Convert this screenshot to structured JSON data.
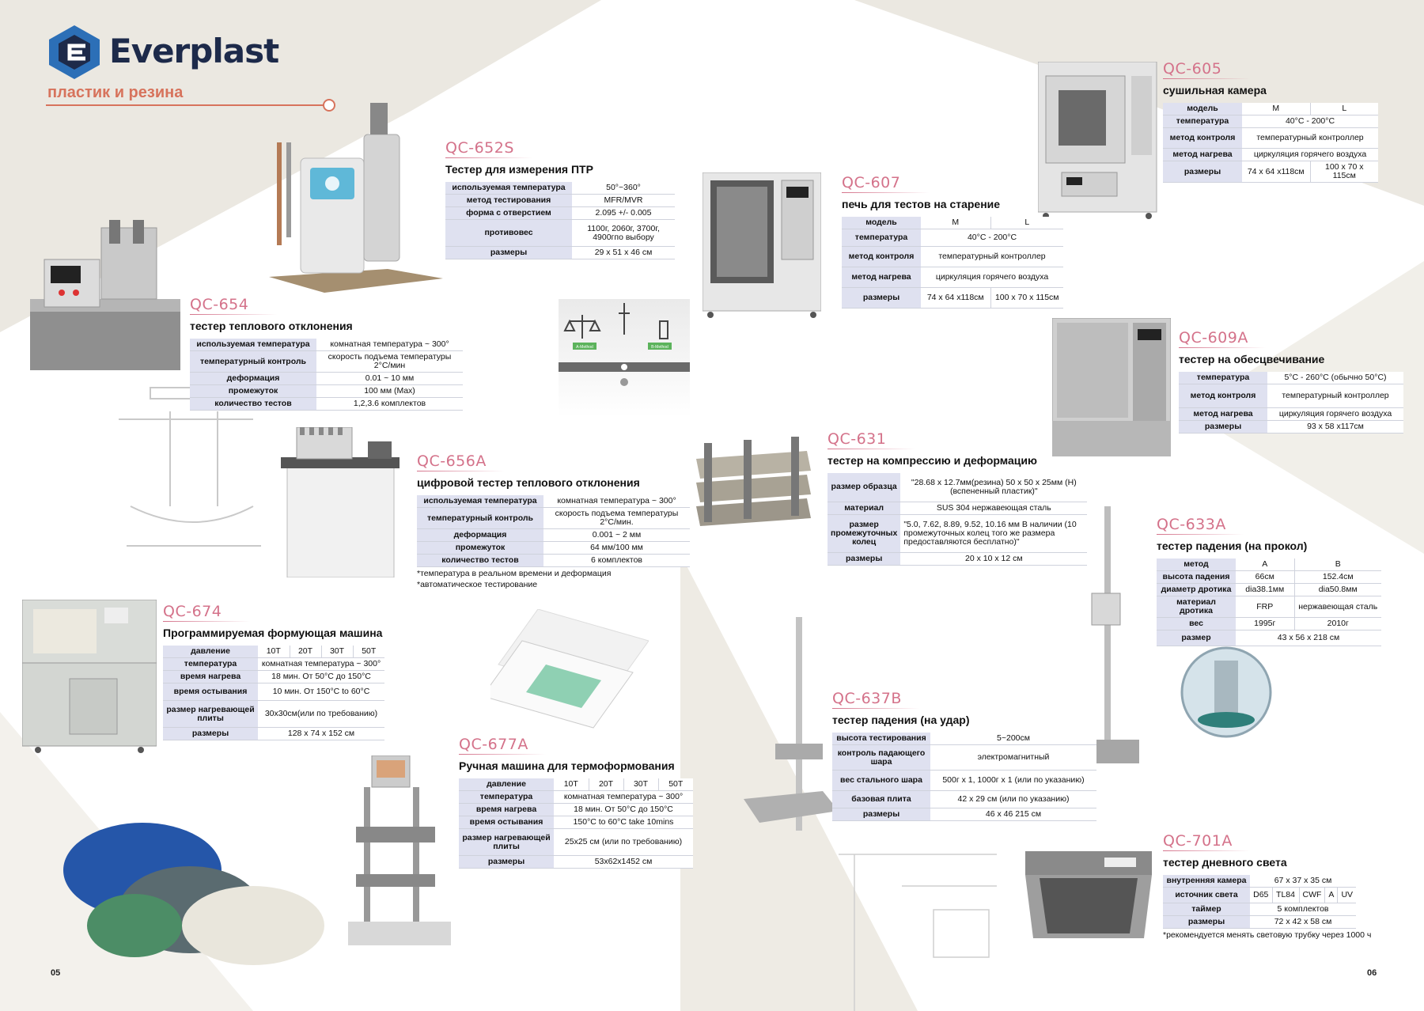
{
  "brand": {
    "name": "Everplast",
    "subtitle": "пластик и резина"
  },
  "colors": {
    "accent_code": "#d4728a",
    "accent_orange": "#d7735c",
    "navy": "#1d2a4a",
    "logo_blue": "#2c6fb7",
    "table_key_bg": "#dfe1f0",
    "bg_grey": "#ebe8e1"
  },
  "page_numbers": {
    "left": "05",
    "right": "06"
  },
  "products": {
    "qc652s": {
      "code": "QC-652S",
      "name": "Тестер для измерения ПТР",
      "rows": [
        {
          "k": "используемая температура",
          "v": "50°~360°"
        },
        {
          "k": "метод тестирования",
          "v": "MFR/MVR"
        },
        {
          "k": "форма с отверстием",
          "v": "2.095 +/- 0.005"
        },
        {
          "k": "противовес",
          "v": "1100г, 2060г, 3700г, 4900гпо выбору"
        },
        {
          "k": "размеры",
          "v": "29 x 51 x 46 см"
        }
      ]
    },
    "qc654": {
      "code": "QC-654",
      "name": "тестер теплового отклонения",
      "rows": [
        {
          "k": "используемая температура",
          "v": "комнатная температура ~ 300°"
        },
        {
          "k": "температурный контроль",
          "v": "скорость подъема температуры 2°С/мин"
        },
        {
          "k": "деформация",
          "v": "0.01 ~ 10 мм"
        },
        {
          "k": "промежуток",
          "v": "100 мм (Max)"
        },
        {
          "k": "количество тестов",
          "v": "1,2,3.6 комплектов"
        }
      ]
    },
    "qc656a": {
      "code": "QC-656A",
      "name": "цифровой тестер теплового отклонения",
      "rows": [
        {
          "k": "используемая температура",
          "v": "комнатная температура ~ 300°"
        },
        {
          "k": "температурный контроль",
          "v": "скорость подъема температуры 2°С/мин."
        },
        {
          "k": "деформация",
          "v": "0.001 ~ 2 мм"
        },
        {
          "k": "промежуток",
          "v": "64 мм/100 мм"
        },
        {
          "k": "количество тестов",
          "v": "6 комплектов"
        }
      ],
      "note_1": "*температура в реальном времени и деформация",
      "note_2": "*автоматическое тестирование"
    },
    "qc674": {
      "code": "QC-674",
      "name": "Программируемая формующая машина",
      "header_key": "давление",
      "header_cols": [
        "10T",
        "20T",
        "30T",
        "50T"
      ],
      "rows": [
        {
          "k": "температура",
          "v": "комнатная температура ~ 300°"
        },
        {
          "k": "время нагрева",
          "v": "18 мин. От 50°С до 150°С"
        },
        {
          "k": "время остывания",
          "v": "10 мин. От 150°С to 60°С"
        },
        {
          "k": "размер нагревающей плиты",
          "v": "30x30см(или по требованию)"
        },
        {
          "k": "размеры",
          "v": "128 x 74 x 152 см"
        }
      ]
    },
    "qc677a": {
      "code": "QC-677A",
      "name": "Ручная машина для термоформования",
      "header_key": "давление",
      "header_cols": [
        "10T",
        "20T",
        "30T",
        "50T"
      ],
      "rows": [
        {
          "k": "температура",
          "v": "комнатная температура ~ 300°"
        },
        {
          "k": "время нагрева",
          "v": "18 мин. От 50°С до 150°С"
        },
        {
          "k": "время остывания",
          "v": "150°С to 60°С take 10mins"
        },
        {
          "k": "размер нагревающей плиты",
          "v": "25x25 см (или по требованию)"
        },
        {
          "k": "размеры",
          "v": "53x62x1452 см"
        }
      ]
    },
    "qc607": {
      "code": "QC-607",
      "name": "печь для тестов на старение",
      "header_key": "модель",
      "header_cols": [
        "M",
        "L"
      ],
      "rows": [
        {
          "k": "температура",
          "v": "40°С  -  200°С"
        },
        {
          "k": "метод контроля",
          "v": "температурный контроллер"
        },
        {
          "k": "метод нагрева",
          "v": "циркуляция горячего воздуха"
        }
      ],
      "size_key": "размеры",
      "size_m": "74 x 64 x118см",
      "size_l": "100 x 70 x 115см"
    },
    "qc605": {
      "code": "QC-605",
      "name": "сушильная камера",
      "header_key": "модель",
      "header_cols": [
        "M",
        "L"
      ],
      "rows": [
        {
          "k": "температура",
          "v": "40°С  -  200°С"
        },
        {
          "k": "метод контроля",
          "v": "температурный контроллер"
        },
        {
          "k": "метод нагрева",
          "v": "циркуляция горячего воздуха"
        }
      ],
      "size_key": "размеры",
      "size_m": "74 x 64 x118см",
      "size_l": "100 x 70 x 115см"
    },
    "qc609a": {
      "code": "QC-609A",
      "name": "тестер на обесцвечивание",
      "rows": [
        {
          "k": "температура",
          "v": "5°С - 260°С (обычно 50°С)"
        },
        {
          "k": "метод контроля",
          "v": "температурный контроллер"
        },
        {
          "k": "метод нагрева",
          "v": "циркуляция горячего воздуха"
        },
        {
          "k": "размеры",
          "v": "93 x 58 x117см"
        }
      ]
    },
    "qc631": {
      "code": "QC-631",
      "name": "тестер на компрессию и деформацию",
      "rows": [
        {
          "k": "размер образца",
          "v": "\"28.68 x 12.7мм(резина) 50 x 50 x 25мм (Н) (вспененный пластик)\""
        },
        {
          "k": "материал",
          "v": "SUS 304 нержавеющая сталь"
        },
        {
          "k": "размер промежуточных колец",
          "v": "\"5.0, 7.62, 8.89, 9.52, 10.16 мм В наличии (10 промежуточных колец того же размера предоставляются бесплатно)\""
        },
        {
          "k": "размеры",
          "v": "20 x 10 x 12 см"
        }
      ]
    },
    "qc633a": {
      "code": "QC-633A",
      "name": "тестер падения (на прокол)",
      "header_key": "метод",
      "header_cols": [
        "A",
        "B"
      ],
      "rows": [
        {
          "k": "высота падения",
          "a": "66см",
          "b": "152.4см"
        },
        {
          "k": "диаметр дротика",
          "a": "dia38.1мм",
          "b": "dia50.8мм"
        },
        {
          "k": "материал дротика",
          "a": "FRP",
          "b": "нержавеющая сталь"
        },
        {
          "k": "вес",
          "a": "1995г",
          "b": "2010г"
        }
      ],
      "size_key": "размер",
      "size_val": "43 x 56 x 218 см"
    },
    "qc637b": {
      "code": "QC-637B",
      "name": "тестер падения (на удар)",
      "rows": [
        {
          "k": "высота тестирования",
          "v": "5~200см"
        },
        {
          "k": "контроль падающего шара",
          "v": "электромагнитный"
        },
        {
          "k": "вес стального шара",
          "v": "500г x 1, 1000г x 1 (или по указанию)"
        },
        {
          "k": "базовая плита",
          "v": "42 x 29 см (или по указанию)"
        },
        {
          "k": "размеры",
          "v": "46 x 46 215 см"
        }
      ]
    },
    "qc701a": {
      "code": "QC-701A",
      "name": "тестер дневного света",
      "rows_top": {
        "k": "внутренняя камера",
        "v": "67 x 37 x 35 см"
      },
      "light_key": "источник света",
      "lights": [
        "D65",
        "TL84",
        "CWF",
        "A",
        "UV"
      ],
      "rows_bottom": [
        {
          "k": "таймер",
          "v": "5 комплектов"
        },
        {
          "k": "размеры",
          "v": "72 x 42 x 58 см"
        }
      ],
      "note": "*рекомендуется менять световую трубку через 1000 ч"
    }
  },
  "method_badges": {
    "a": "A-Method",
    "b": "B-Method"
  }
}
